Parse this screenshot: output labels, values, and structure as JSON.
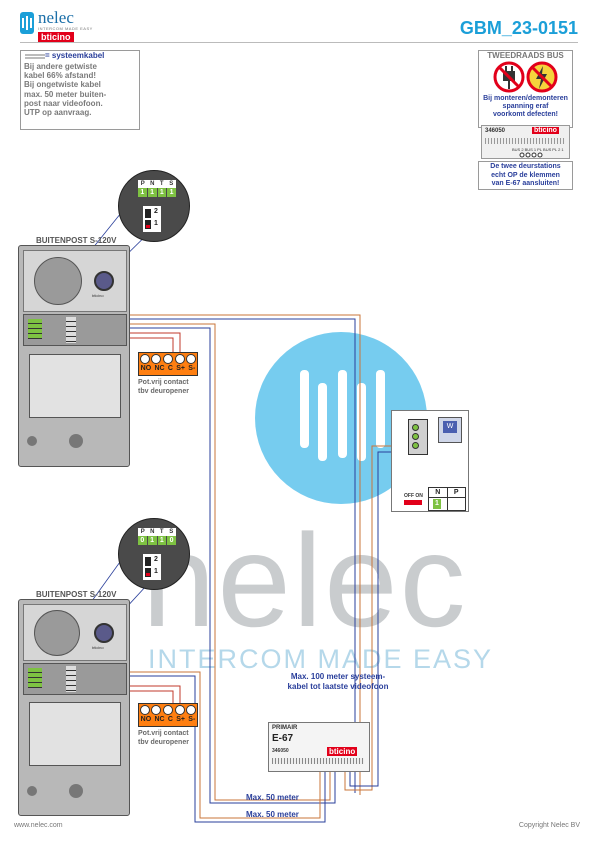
{
  "header": {
    "logo_name": "nelec",
    "logo_tagline": "INTERCOM MADE EASY",
    "logo_brand": "bticino",
    "doc_code": "GBM_23-0151"
  },
  "note": {
    "legend": "= systeemkabel",
    "lines": [
      "Bij andere getwiste",
      "kabel 66% afstand!",
      "Bij ongetwiste kabel",
      "max. 50 meter buiten-",
      "post naar videofoon.",
      "UTP op aanvraag."
    ]
  },
  "bus_warning": {
    "title": "TWEEDRAADS BUS",
    "lines": [
      "Bij monteren/demonteren",
      "spanning eraf",
      "voorkomt defecten!"
    ],
    "module_code": "346050",
    "module_brand": "bticino",
    "module_terminals": [
      "BUS 2",
      "BUS 1",
      "PL",
      "BUS",
      "PL",
      "2",
      "1"
    ],
    "footer_lines": [
      "De twee deurstations",
      "echt OP de klemmen",
      "van E-67 aansluiten!"
    ]
  },
  "dip1": {
    "headers": [
      "P",
      "N",
      "T",
      "S"
    ],
    "values": [
      "1",
      "1",
      "1",
      "1"
    ],
    "switch_labels": [
      "2",
      "1"
    ]
  },
  "dip2": {
    "headers": [
      "P",
      "N",
      "T",
      "S"
    ],
    "values": [
      "0",
      "1",
      "1",
      "0"
    ],
    "switch_labels": [
      "2",
      "1"
    ]
  },
  "station1": {
    "title": "BUITENPOST S-120V",
    "brand": "bticino",
    "relay_terminals": [
      "NO",
      "NC",
      "C",
      "S+",
      "S-"
    ],
    "relay_caption": [
      "Pot.vrij contact",
      "tbv deuropener"
    ]
  },
  "station2": {
    "title": "BUITENPOST S-120V",
    "brand": "bticino",
    "relay_terminals": [
      "NO",
      "NC",
      "C",
      "S+",
      "S-"
    ],
    "relay_caption": [
      "Pot.vrij contact",
      "tbv deuropener"
    ]
  },
  "monitor": {
    "switch_label": "OFF ON",
    "screen_letter": "W",
    "headers": [
      "N",
      "P"
    ],
    "value": "1"
  },
  "power_supply": {
    "header": "PRIMAIR",
    "model": "E-67",
    "code": "346050",
    "brand": "bticino"
  },
  "labels": {
    "max100": [
      "Max. 100 meter systeem-",
      "kabel tot laatste videofoon"
    ],
    "max50a": "Max. 50 meter",
    "max50b": "Max. 50 meter"
  },
  "watermark": {
    "big": "nelec",
    "tagline": "INTERCOM MADE EASY"
  },
  "footer": {
    "left": "www.nelec.com",
    "right": "Copyright Nelec BV"
  },
  "colors": {
    "accent_blue": "#2a3f9b",
    "logo_blue": "#1b9fd8",
    "cable_orange": "#c9743a",
    "cable_red": "#c0392b",
    "terminal_orange": "#ff7f11",
    "terminal_green": "#7ec242",
    "bticino_red": "#e2001a"
  }
}
